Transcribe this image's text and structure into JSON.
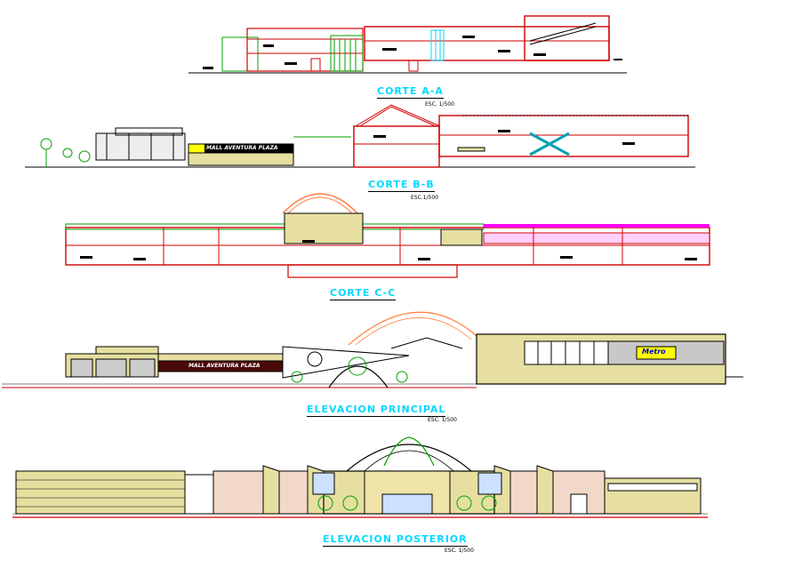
{
  "drawings": [
    {
      "title": "CORTE  A-A",
      "scale": "ESC. 1/500"
    },
    {
      "title": "CORTE  B-B",
      "scale": "ESC.1/500"
    },
    {
      "title": "CORTE  C-C",
      "scale": ""
    },
    {
      "title": "ELEVACION PRINCIPAL",
      "scale": "ESC. 1/500"
    },
    {
      "title": "ELEVACION POSTERIOR",
      "scale": "ESC. 1/500"
    }
  ],
  "signs": {
    "mall_sign_b": "MALL AVENTURA PLAZA",
    "mall_sign_front": "MALL AVENTURA PLAZA",
    "metro_sign": "Metro"
  },
  "colors": {
    "title": "#00d8ff",
    "section_cut": "#e00000",
    "outline": "#000000",
    "facade_fill": "#e6dfa0",
    "canopy": "#ff8040",
    "vegetation": "#00a000"
  }
}
